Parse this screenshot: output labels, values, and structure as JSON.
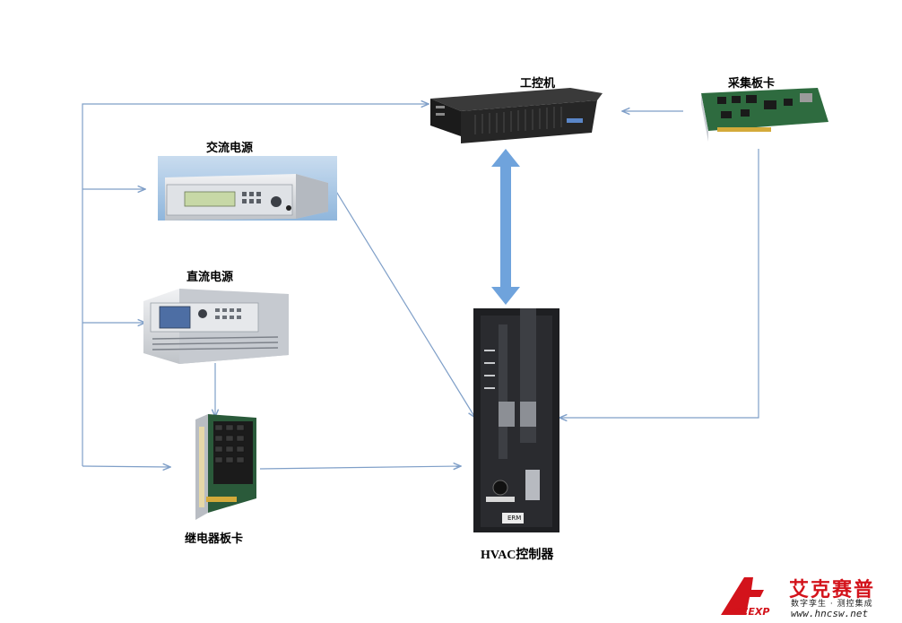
{
  "nodes": {
    "ipc": {
      "label": "工控机"
    },
    "daq_card": {
      "label": "采集板卡"
    },
    "ac_power": {
      "label": "交流电源"
    },
    "dc_power": {
      "label": "直流电源"
    },
    "relay_card": {
      "label": "继电器板卡"
    },
    "hvac_controller": {
      "label": "HVAC控制器",
      "panel_text": "ERM"
    }
  },
  "watermark": {
    "brand": "艾克赛普",
    "logo_text": "ACCEXP",
    "tagline": "数字孪生 · 测控集成",
    "url": "www.hncsw.net"
  },
  "colors": {
    "connector_line": "#7f9fc8",
    "bidirectional_arrow": "#6fa3dc",
    "brand_red": "#d3131b"
  }
}
